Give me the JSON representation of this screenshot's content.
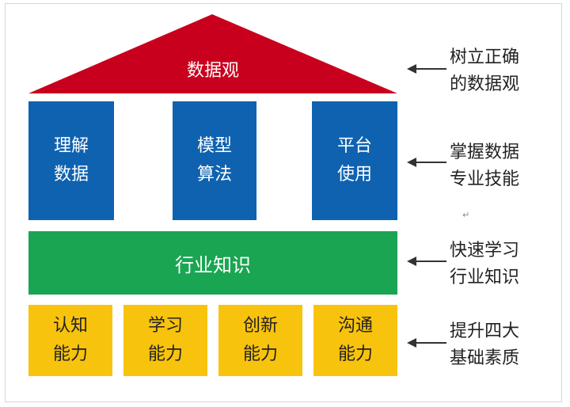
{
  "roof": {
    "label": "数据观",
    "color": "#c8001e"
  },
  "pillars": [
    {
      "line1": "理解",
      "line2": "数据"
    },
    {
      "line1": "模型",
      "line2": "算法"
    },
    {
      "line1": "平台",
      "line2": "使用"
    }
  ],
  "band": {
    "label": "行业知识"
  },
  "blocks": [
    {
      "line1": "认知",
      "line2": "能力"
    },
    {
      "line1": "学习",
      "line2": "能力"
    },
    {
      "line1": "创新",
      "line2": "能力"
    },
    {
      "line1": "沟通",
      "line2": "能力"
    }
  ],
  "notes": [
    {
      "line1": "树立正确",
      "line2": "的数据观"
    },
    {
      "line1": "掌握数据",
      "line2": "专业技能"
    },
    {
      "line1": "快速学习",
      "line2": "行业知识"
    },
    {
      "line1": "提升四大",
      "line2": "基础素质"
    }
  ],
  "paragraph_mark": "↵",
  "colors": {
    "pillar": "#0f62b0",
    "band": "#1aa552",
    "block": "#f8c30c",
    "roof": "#c8001e"
  }
}
